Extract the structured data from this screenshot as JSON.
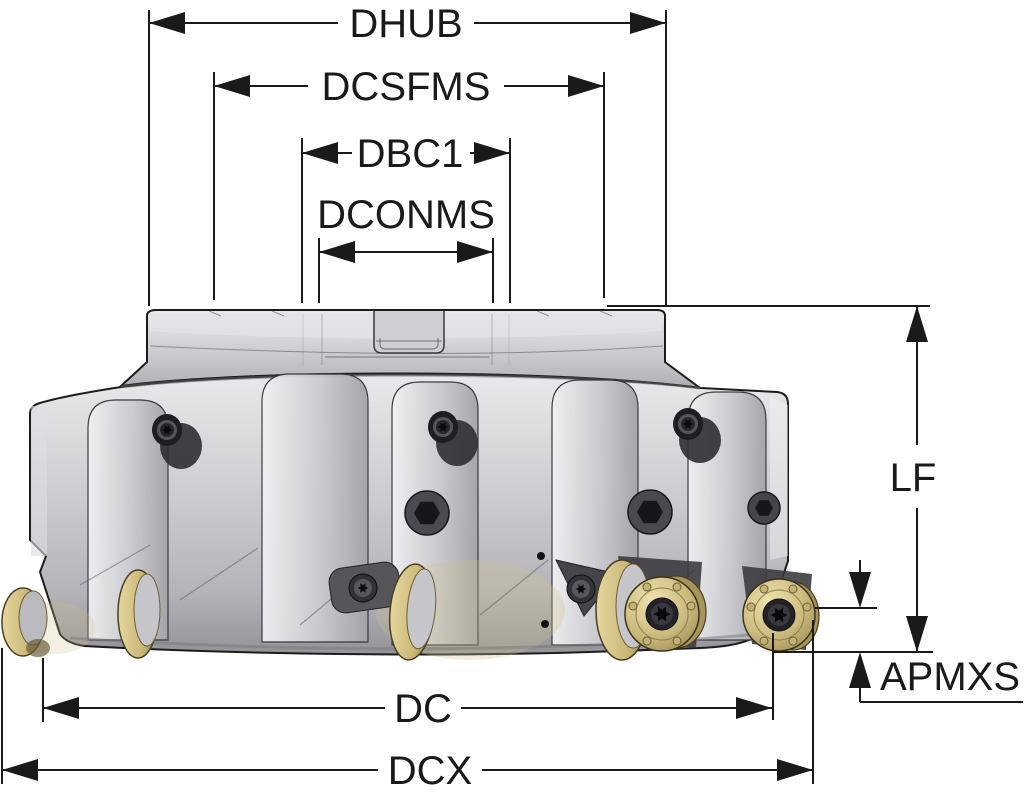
{
  "title": "Indexable round-insert face milling cutter dimension diagram",
  "colors": {
    "background": "#ffffff",
    "dimension_line": "#1a1a1a",
    "body_light": "#ececee",
    "body_mid": "#c9c9cd",
    "body_dark": "#96969b",
    "outline": "#1c1c1e",
    "insert_gold_light": "#efe3b0",
    "insert_gold": "#cdbc80",
    "insert_gold_dark": "#978753",
    "screw_dark": "#232327",
    "screw_mid": "#47474c"
  },
  "dimensions": {
    "dhub": {
      "label": "DHUB"
    },
    "dcsfms": {
      "label": "DCSFMS"
    },
    "dbc1": {
      "label": "DBC1"
    },
    "dconms": {
      "label": "DCONMS"
    },
    "lf": {
      "label": "LF"
    },
    "apmxs": {
      "label": "APMXS"
    },
    "dc": {
      "label": "DC"
    },
    "dcx": {
      "label": "DCX"
    }
  }
}
